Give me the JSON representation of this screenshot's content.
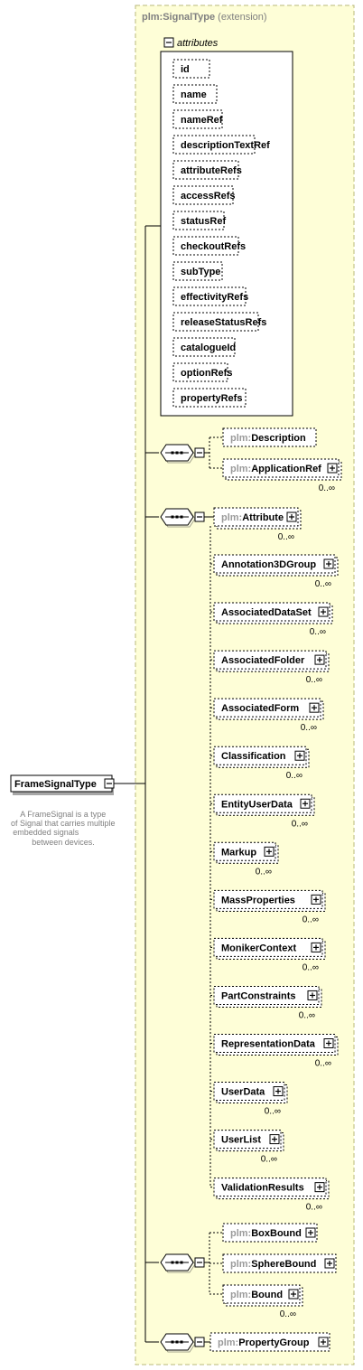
{
  "root": {
    "name": "FrameSignalType",
    "documentation": [
      "A FrameSignal is a type",
      "of Signal that carries multiple",
      "embedded signals",
      "between devices."
    ]
  },
  "extension": {
    "base": "plm:SignalType",
    "kind": "(extension)"
  },
  "attributes": {
    "title": "attributes",
    "items": [
      "id",
      "name",
      "nameRef",
      "descriptionTextRef",
      "attributeRefs",
      "accessRefs",
      "statusRef",
      "checkoutRefs",
      "subType",
      "effectivityRefs",
      "releaseStatusRefs",
      "catalogueId",
      "optionRefs",
      "propertyRefs"
    ]
  },
  "sequences": [
    {
      "elements": [
        {
          "prefix": "plm:",
          "name": "Description",
          "optional": true,
          "expandable": false,
          "occurrence": ""
        },
        {
          "prefix": "plm:",
          "name": "ApplicationRef",
          "optional": true,
          "expandable": true,
          "occurrence": "0..∞"
        }
      ]
    },
    {
      "elements": [
        {
          "prefix": "plm:",
          "name": "Attribute",
          "optional": true,
          "expandable": true,
          "occurrence": "0..∞"
        }
      ],
      "substitutions": [
        {
          "name": "Annotation3DGroup",
          "occurrence": "0..∞"
        },
        {
          "name": "AssociatedDataSet",
          "occurrence": "0..∞"
        },
        {
          "name": "AssociatedFolder",
          "occurrence": "0..∞"
        },
        {
          "name": "AssociatedForm",
          "occurrence": "0..∞"
        },
        {
          "name": "Classification",
          "occurrence": "0..∞"
        },
        {
          "name": "EntityUserData",
          "occurrence": "0..∞"
        },
        {
          "name": "Markup",
          "occurrence": "0..∞"
        },
        {
          "name": "MassProperties",
          "occurrence": "0..∞"
        },
        {
          "name": "MonikerContext",
          "occurrence": "0..∞"
        },
        {
          "name": "PartConstraints",
          "occurrence": "0..∞"
        },
        {
          "name": "RepresentationData",
          "occurrence": "0..∞"
        },
        {
          "name": "UserData",
          "occurrence": "0..∞"
        },
        {
          "name": "UserList",
          "occurrence": "0..∞"
        },
        {
          "name": "ValidationResults",
          "occurrence": "0..∞"
        }
      ]
    },
    {
      "elements": [
        {
          "prefix": "plm:",
          "name": "BoxBound",
          "optional": true,
          "expandable": true,
          "occurrence": ""
        },
        {
          "prefix": "plm:",
          "name": "SphereBound",
          "optional": true,
          "expandable": true,
          "occurrence": ""
        },
        {
          "prefix": "plm:",
          "name": "Bound",
          "optional": true,
          "expandable": true,
          "occurrence": "0..∞"
        }
      ]
    },
    {
      "elements": [
        {
          "prefix": "plm:",
          "name": "PropertyGroup",
          "optional": true,
          "expandable": true,
          "occurrence": ""
        }
      ]
    }
  ]
}
